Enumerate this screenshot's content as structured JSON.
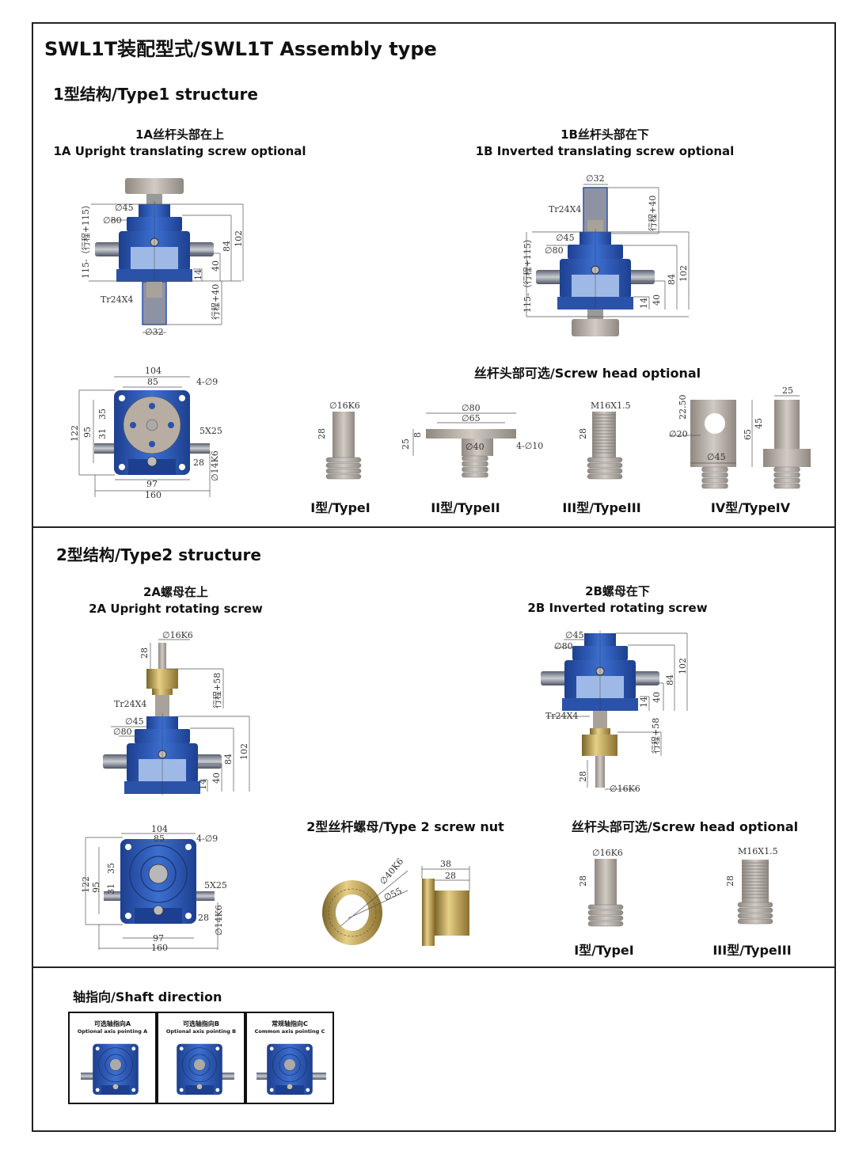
{
  "title": "SWL1T装配型式/SWL1T Assembly type",
  "type1": {
    "heading": "1型结构/Type1 structure",
    "fig_1a": {
      "title_cn": "1A丝杆头部在上",
      "title_en": "1A Upright translating screw optional",
      "dims": {
        "d45": "∅45",
        "d80": "∅80",
        "total": "115-（行程+115）",
        "h102": "102",
        "h84": "84",
        "h40": "40",
        "h14": "14",
        "thread": "Tr24X4",
        "stroke": "行程+40",
        "d32": "∅32"
      }
    },
    "fig_1b": {
      "title_cn": "1B丝杆头部在下",
      "title_en": "1B Inverted translating screw optional",
      "dims": {
        "d32": "∅32",
        "thread": "Tr24X4",
        "stroke": "行程+40",
        "d45": "∅45",
        "d80": "∅80",
        "total": "115-（行程+115）",
        "h102": "102",
        "h84": "84",
        "h40": "40",
        "h14": "14"
      }
    },
    "bottom_view": {
      "dims": {
        "w104": "104",
        "w85": "85",
        "holes": "4-∅9",
        "h122": "122",
        "h95": "95",
        "h35": "35",
        "h31": "31",
        "key": "5X25",
        "h28": "28",
        "shaft": "∅14K6",
        "w97": "97",
        "w160": "160"
      }
    },
    "screw_head": {
      "heading": "丝杆头部可选/Screw head optional",
      "types": [
        {
          "label": "I型/TypeI",
          "dims": [
            "∅16K6",
            "28"
          ]
        },
        {
          "label": "II型/TypeII",
          "dims": [
            "∅80",
            "∅65",
            "8",
            "25",
            "∅40",
            "4-∅10"
          ]
        },
        {
          "label": "III型/TypeIII",
          "dims": [
            "M16X1.5",
            "28"
          ]
        },
        {
          "label": "IV型/TypeIV",
          "dims": [
            "22.50",
            "∅20",
            "∅45",
            "65",
            "45",
            "25"
          ]
        }
      ]
    }
  },
  "type2": {
    "heading": "2型结构/Type2 structure",
    "fig_2a": {
      "title_cn": "2A螺母在上",
      "title_en": "2A Upright rotating screw",
      "dims": {
        "d16": "∅16K6",
        "h28": "28",
        "stroke": "行程+58",
        "thread": "Tr24X4",
        "d45": "∅45",
        "d80": "∅80",
        "h102": "102",
        "h84": "84",
        "h40": "40",
        "h14": "14"
      }
    },
    "fig_2b": {
      "title_cn": "2B螺母在下",
      "title_en": "2B Inverted rotating screw",
      "dims": {
        "d45": "∅45",
        "d80": "∅80",
        "h102": "102",
        "h84": "84",
        "h40": "40",
        "h14": "14",
        "thread": "Tr24X4",
        "stroke": "行程+58",
        "h28": "28",
        "d16": "∅16K6"
      }
    },
    "bottom_view": {
      "dims": {
        "w104": "104",
        "w85": "85",
        "holes": "4-∅9",
        "h122": "122",
        "h95": "95",
        "h35": "35",
        "h31": "31",
        "key": "5X25",
        "h28": "28",
        "shaft": "∅14K6",
        "w97": "97",
        "w160": "160"
      }
    },
    "screw_nut": {
      "heading": "2型丝杆螺母/Type 2 screw nut",
      "dims": [
        "∅40K6",
        "∅55",
        "38",
        "28"
      ]
    },
    "screw_head": {
      "heading": "丝杆头部可选/Screw head optional",
      "types": [
        {
          "label": "I型/TypeI",
          "dims": [
            "∅16K6",
            "28"
          ]
        },
        {
          "label": "III型/TypeIII",
          "dims": [
            "M16X1.5",
            "28"
          ]
        }
      ]
    }
  },
  "shaft_direction": {
    "heading": "轴指向/Shaft direction",
    "options": [
      {
        "cn": "可选轴指向A",
        "en": "Optional axis pointing A"
      },
      {
        "cn": "可选轴指向B",
        "en": "Optional axis pointing B"
      },
      {
        "cn": "常规轴指向C",
        "en": "Common axis pointing C"
      }
    ]
  },
  "colors": {
    "housing": "#2f5bb7",
    "housing_dark": "#1d3f8f",
    "window": "#9fb9e6",
    "steel": "#b8b0a9",
    "brass": "#c8a85a"
  }
}
